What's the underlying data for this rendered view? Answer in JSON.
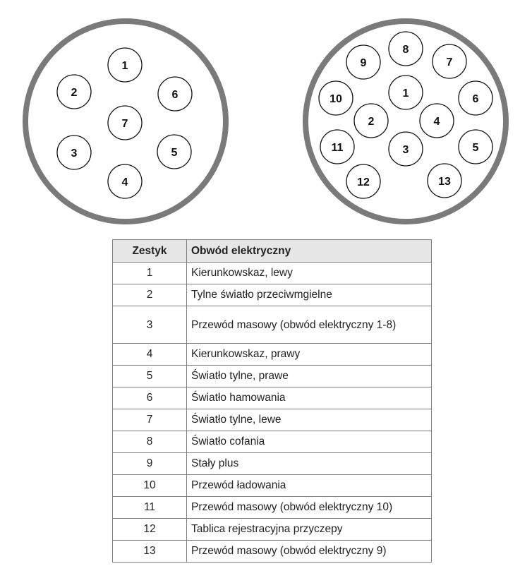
{
  "diagram": {
    "connector_7pin": {
      "pins": [
        "1",
        "2",
        "6",
        "7",
        "3",
        "5",
        "4"
      ]
    },
    "connector_13pin": {
      "pins": [
        "9",
        "8",
        "7",
        "10",
        "1",
        "6",
        "2",
        "4",
        "11",
        "3",
        "5",
        "12",
        "13"
      ]
    }
  },
  "table": {
    "headers": {
      "pin": "Zestyk",
      "circuit": "Obwód elektryczny"
    },
    "rows": [
      {
        "pin": "1",
        "circuit": "Kierunkowskaz, lewy"
      },
      {
        "pin": "2",
        "circuit": "Tylne światło przeciwmgielne"
      },
      {
        "pin": "3",
        "circuit": "Przewód masowy (obwód elektryczny 1-8)"
      },
      {
        "pin": "4",
        "circuit": "Kierunkowskaz, prawy"
      },
      {
        "pin": "5",
        "circuit": "Światło tylne, prawe"
      },
      {
        "pin": "6",
        "circuit": "Światło hamowania"
      },
      {
        "pin": "7",
        "circuit": "Światło tylne, lewe"
      },
      {
        "pin": "8",
        "circuit": "Światło cofania"
      },
      {
        "pin": "9",
        "circuit": "Stały plus"
      },
      {
        "pin": "10",
        "circuit": "Przewód ładowania"
      },
      {
        "pin": "11",
        "circuit": "Przewód masowy (obwód elektryczny 10)"
      },
      {
        "pin": "12",
        "circuit": "Tablica rejestracyjna przyczepy"
      },
      {
        "pin": "13",
        "circuit": "Przewód masowy (obwód elektryczny 9)"
      }
    ]
  }
}
